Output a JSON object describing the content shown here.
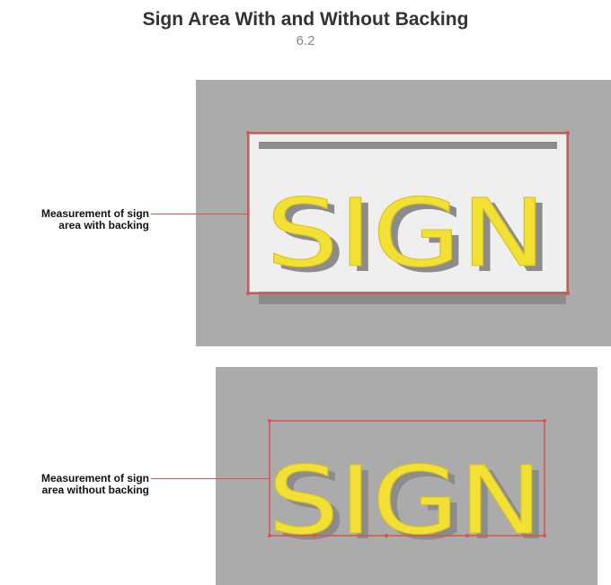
{
  "header": {
    "title": "Sign Area With and Without Backing",
    "figure_number": "6.2"
  },
  "with_backing": {
    "label": "Measurement of sign\narea with backing",
    "sign_text": "SIGN"
  },
  "without_backing": {
    "label": "Measurement of sign\narea without backing",
    "sign_text": "SIGN"
  },
  "colors": {
    "panel": "#ababab",
    "backing": "#efefef",
    "letters": "#f2e034",
    "letter_shadow": "#8c8c8c",
    "measurement_line": "#d9534f"
  }
}
